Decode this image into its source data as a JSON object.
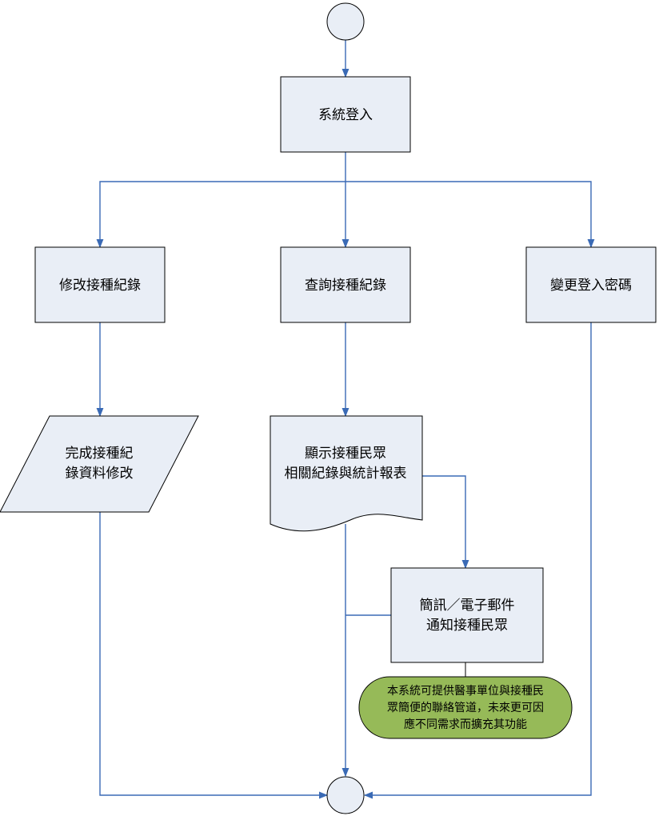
{
  "nodes": {
    "start": "",
    "login": "系統登入",
    "modify": "修改接種紀錄",
    "query": "查詢接種紀錄",
    "password": "變更登入密碼",
    "modify_done": [
      "完成接種紀",
      "錄資料修改"
    ],
    "report": [
      "顯示接種民眾",
      "相關紀錄與統計報表"
    ],
    "notify": [
      "簡訊／電子郵件",
      "通知接種民眾"
    ],
    "note": [
      "本系統可提供醫事單位與接種民",
      "眾簡便的聯絡管道，未來更可因",
      "應不同需求而擴充其功能"
    ],
    "end": ""
  },
  "colors": {
    "box_fill": "#e9eef6",
    "connector": "#3a6ab5",
    "note_fill": "#96ba58"
  }
}
